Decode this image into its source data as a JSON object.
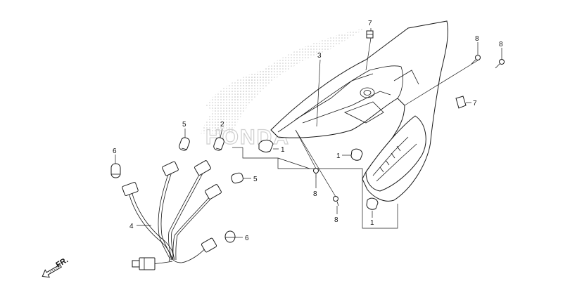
{
  "watermark": {
    "text": "HONDA"
  },
  "direction": {
    "label": "FR."
  },
  "callouts": [
    {
      "id": "c7a",
      "num": "7"
    },
    {
      "id": "c3",
      "num": "3"
    },
    {
      "id": "c8a",
      "num": "8"
    },
    {
      "id": "c8b",
      "num": "8"
    },
    {
      "id": "c7b",
      "num": "7"
    },
    {
      "id": "c5a",
      "num": "5"
    },
    {
      "id": "c2",
      "num": "2"
    },
    {
      "id": "c1a",
      "num": "1"
    },
    {
      "id": "c6a",
      "num": "6"
    },
    {
      "id": "c1b",
      "num": "1"
    },
    {
      "id": "c8c",
      "num": "8"
    },
    {
      "id": "c5b",
      "num": "5"
    },
    {
      "id": "c8d",
      "num": "8"
    },
    {
      "id": "c1c",
      "num": "1"
    },
    {
      "id": "c4",
      "num": "4"
    },
    {
      "id": "c6b",
      "num": "6"
    }
  ]
}
